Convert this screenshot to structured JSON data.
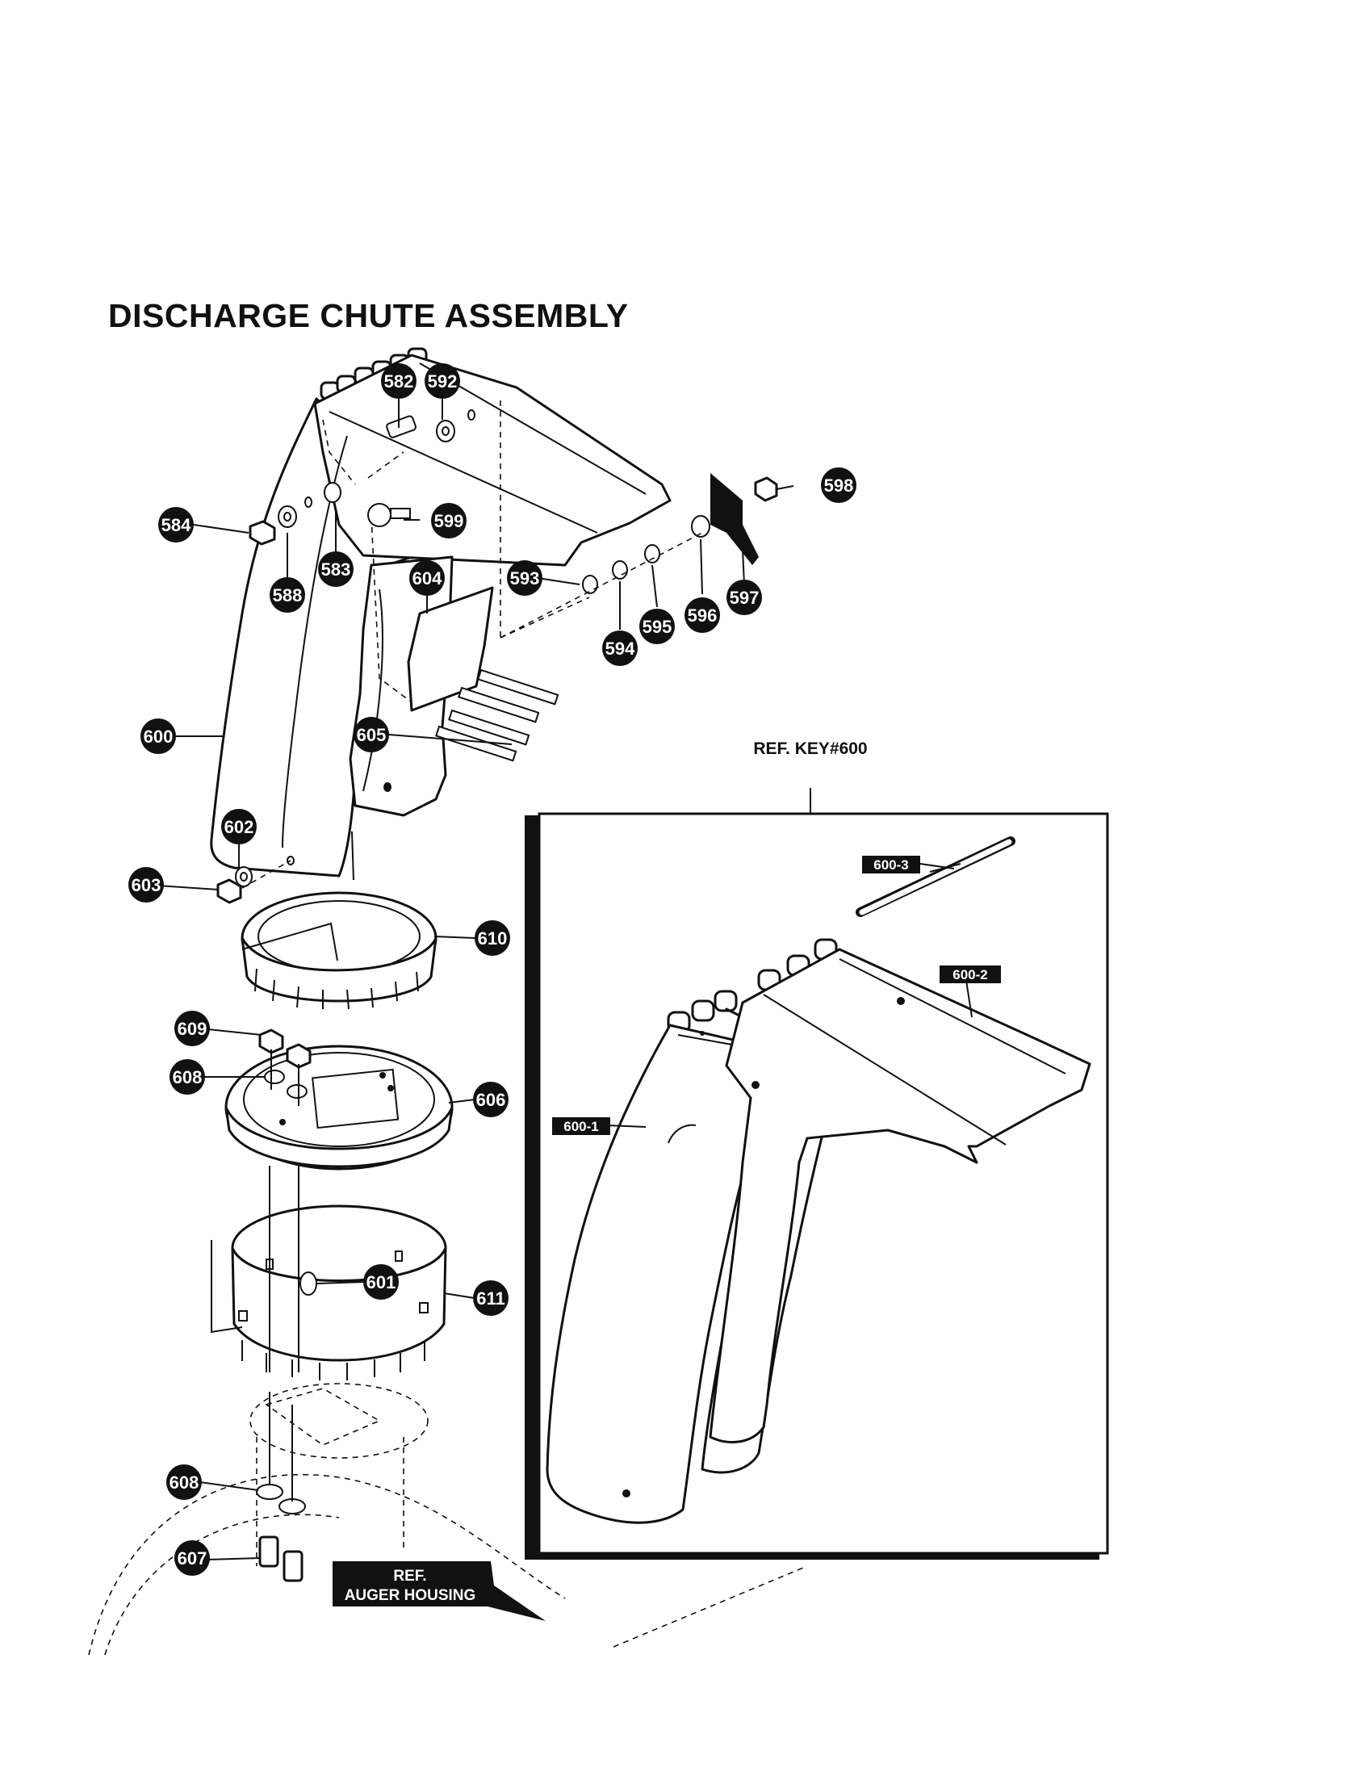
{
  "title": "DISCHARGE CHUTE ASSEMBLY",
  "ref_key": "REF. KEY#600",
  "ref_auger": [
    "REF.",
    "AUGER HOUSING"
  ],
  "callouts": [
    {
      "id": "582",
      "label": "582"
    },
    {
      "id": "592",
      "label": "592"
    },
    {
      "id": "598",
      "label": "598"
    },
    {
      "id": "584",
      "label": "584"
    },
    {
      "id": "599",
      "label": "599"
    },
    {
      "id": "583",
      "label": "583"
    },
    {
      "id": "588",
      "label": "588"
    },
    {
      "id": "604",
      "label": "604"
    },
    {
      "id": "593",
      "label": "593"
    },
    {
      "id": "594",
      "label": "594"
    },
    {
      "id": "595",
      "label": "595"
    },
    {
      "id": "596",
      "label": "596"
    },
    {
      "id": "597",
      "label": "597"
    },
    {
      "id": "600",
      "label": "600"
    },
    {
      "id": "605",
      "label": "605"
    },
    {
      "id": "602",
      "label": "602"
    },
    {
      "id": "603",
      "label": "603"
    },
    {
      "id": "610",
      "label": "610"
    },
    {
      "id": "609",
      "label": "609"
    },
    {
      "id": "608a",
      "label": "608"
    },
    {
      "id": "606",
      "label": "606"
    },
    {
      "id": "601",
      "label": "601"
    },
    {
      "id": "611",
      "label": "611"
    },
    {
      "id": "608b",
      "label": "608"
    },
    {
      "id": "607",
      "label": "607"
    }
  ],
  "subparts": [
    {
      "id": "600-3",
      "label": "600-3"
    },
    {
      "id": "600-2",
      "label": "600-2"
    },
    {
      "id": "600-1",
      "label": "600-1"
    }
  ]
}
